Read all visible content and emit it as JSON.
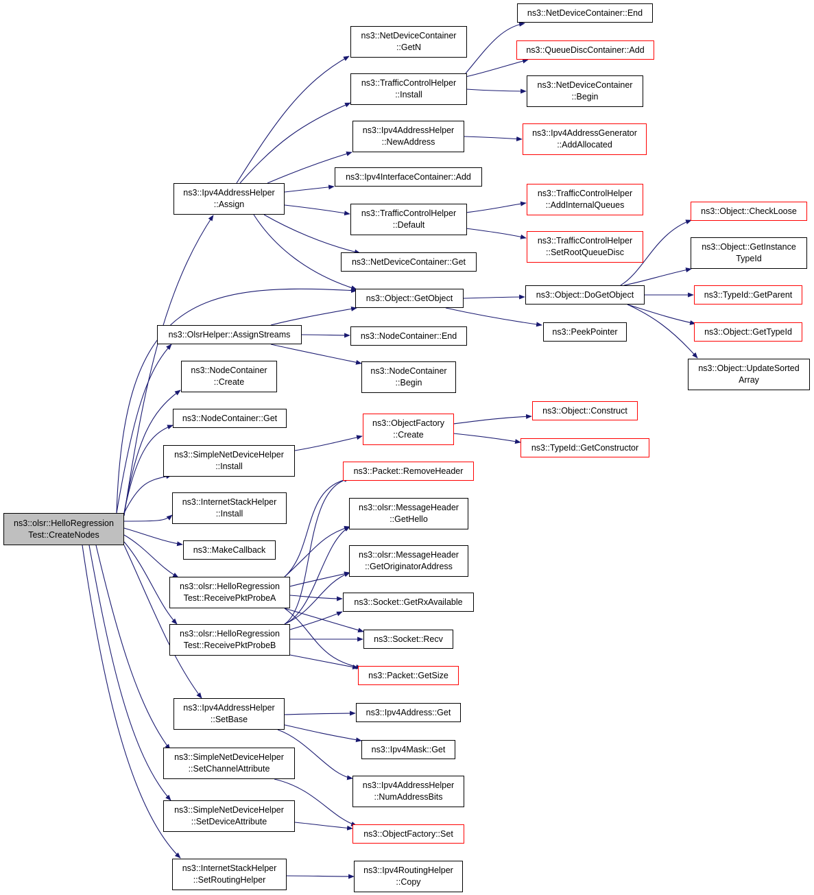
{
  "colors": {
    "edge": "#191970",
    "red_border": "#ff0000",
    "root_fill": "#bfbfbf"
  },
  "nodes": {
    "root": {
      "lines": [
        "ns3::olsr::HelloRegression",
        "Test::CreateNodes"
      ]
    },
    "ndcGetN": {
      "lines": [
        "ns3::NetDeviceContainer",
        "::GetN"
      ]
    },
    "tchInstall": {
      "lines": [
        "ns3::TrafficControlHelper",
        "::Install"
      ]
    },
    "ndcEnd": {
      "lines": [
        "ns3::NetDeviceContainer::End"
      ]
    },
    "qdcAdd": {
      "lines": [
        "ns3::QueueDiscContainer::Add"
      ]
    },
    "ndcBegin": {
      "lines": [
        "ns3::NetDeviceContainer",
        "::Begin"
      ]
    },
    "iahNewAddr": {
      "lines": [
        "ns3::Ipv4AddressHelper",
        "::NewAddress"
      ]
    },
    "iagAddAlloc": {
      "lines": [
        "ns3::Ipv4AddressGenerator",
        "::AddAllocated"
      ]
    },
    "iahAssign": {
      "lines": [
        "ns3::Ipv4AddressHelper",
        "::Assign"
      ]
    },
    "iicAdd": {
      "lines": [
        "ns3::Ipv4InterfaceContainer::Add"
      ]
    },
    "tchDefault": {
      "lines": [
        "ns3::TrafficControlHelper",
        "::Default"
      ]
    },
    "tchAIQ": {
      "lines": [
        "ns3::TrafficControlHelper",
        "::AddInternalQueues"
      ]
    },
    "tchSRQD": {
      "lines": [
        "ns3::TrafficControlHelper",
        "::SetRootQueueDisc"
      ]
    },
    "ndcGet": {
      "lines": [
        "ns3::NetDeviceContainer::Get"
      ]
    },
    "objGetObject": {
      "lines": [
        "ns3::Object::GetObject"
      ]
    },
    "objDoGet": {
      "lines": [
        "ns3::Object::DoGetObject"
      ]
    },
    "objCheckLoose": {
      "lines": [
        "ns3::Object::CheckLoose"
      ]
    },
    "objGetInstTid": {
      "lines": [
        "ns3::Object::GetInstance",
        "TypeId"
      ]
    },
    "tidGetParent": {
      "lines": [
        "ns3::TypeId::GetParent"
      ]
    },
    "objGetTid": {
      "lines": [
        "ns3::Object::GetTypeId"
      ]
    },
    "objUpdSorted": {
      "lines": [
        "ns3::Object::UpdateSorted",
        "Array"
      ]
    },
    "peekPointer": {
      "lines": [
        "ns3::PeekPointer"
      ]
    },
    "olsrAssign": {
      "lines": [
        "ns3::OlsrHelper::AssignStreams"
      ]
    },
    "ncEnd": {
      "lines": [
        "ns3::NodeContainer::End"
      ]
    },
    "ncBegin": {
      "lines": [
        "ns3::NodeContainer",
        "::Begin"
      ]
    },
    "ncCreate": {
      "lines": [
        "ns3::NodeContainer",
        "::Create"
      ]
    },
    "ncGet": {
      "lines": [
        "ns3::NodeContainer::Get"
      ]
    },
    "ofCreate": {
      "lines": [
        "ns3::ObjectFactory",
        "::Create"
      ]
    },
    "objConstruct": {
      "lines": [
        "ns3::Object::Construct"
      ]
    },
    "tidGetCtor": {
      "lines": [
        "ns3::TypeId::GetConstructor"
      ]
    },
    "sndhInstall": {
      "lines": [
        "ns3::SimpleNetDeviceHelper",
        "::Install"
      ]
    },
    "pktRemHdr": {
      "lines": [
        "ns3::Packet::RemoveHeader"
      ]
    },
    "ishInstall": {
      "lines": [
        "ns3::InternetStackHelper",
        "::Install"
      ]
    },
    "mhGetHello": {
      "lines": [
        "ns3::olsr::MessageHeader",
        "::GetHello"
      ]
    },
    "makeCb": {
      "lines": [
        "ns3::MakeCallback"
      ]
    },
    "mhGetOrig": {
      "lines": [
        "ns3::olsr::MessageHeader",
        "::GetOriginatorAddress"
      ]
    },
    "rxA": {
      "lines": [
        "ns3::olsr::HelloRegression",
        "Test::ReceivePktProbeA"
      ]
    },
    "sockRxAvail": {
      "lines": [
        "ns3::Socket::GetRxAvailable"
      ]
    },
    "rxB": {
      "lines": [
        "ns3::olsr::HelloRegression",
        "Test::ReceivePktProbeB"
      ]
    },
    "sockRecv": {
      "lines": [
        "ns3::Socket::Recv"
      ]
    },
    "pktGetSize": {
      "lines": [
        "ns3::Packet::GetSize"
      ]
    },
    "iahSetBase": {
      "lines": [
        "ns3::Ipv4AddressHelper",
        "::SetBase"
      ]
    },
    "iaGet": {
      "lines": [
        "ns3::Ipv4Address::Get"
      ]
    },
    "imGet": {
      "lines": [
        "ns3::Ipv4Mask::Get"
      ]
    },
    "iahNumBits": {
      "lines": [
        "ns3::Ipv4AddressHelper",
        "::NumAddressBits"
      ]
    },
    "sndhSetCh": {
      "lines": [
        "ns3::SimpleNetDeviceHelper",
        "::SetChannelAttribute"
      ]
    },
    "sndhSetDev": {
      "lines": [
        "ns3::SimpleNetDeviceHelper",
        "::SetDeviceAttribute"
      ]
    },
    "ofSet": {
      "lines": [
        "ns3::ObjectFactory::Set"
      ]
    },
    "ishSetRH": {
      "lines": [
        "ns3::InternetStackHelper",
        "::SetRoutingHelper"
      ]
    },
    "irhCopy": {
      "lines": [
        "ns3::Ipv4RoutingHelper",
        "::Copy"
      ]
    }
  }
}
